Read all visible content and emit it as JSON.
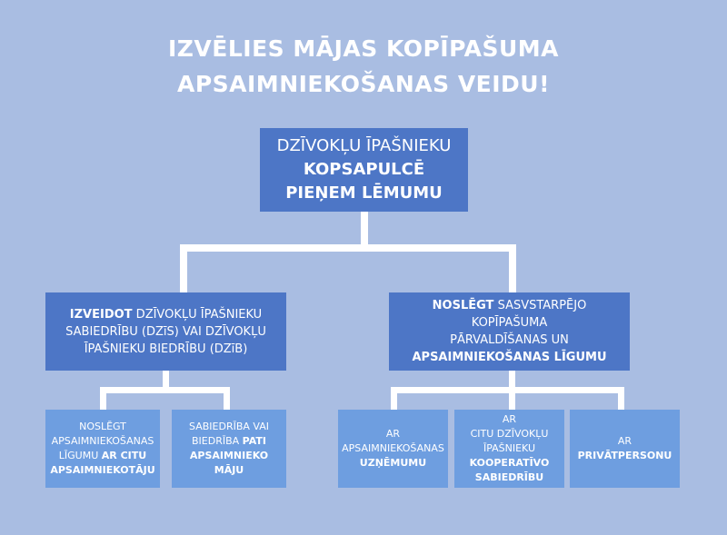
{
  "title": {
    "line1": "IZVĒLIES MĀJAS KOPĪPAŠUMA",
    "line2": "APSAIMNIEKOŠANAS VEIDU!"
  },
  "top": {
    "line1": "DZĪVOKĻU ĪPAŠNIEKU",
    "line2": "KOPSAPULCĒ",
    "line3": "PIEŅEM LĒMUMU"
  },
  "left": {
    "bold": "IZVEIDOT",
    "text1": " DZĪVOKĻU ĪPAŠNIEKU",
    "text2": "SABIEDRĪBU (DZīS) VAI DZĪVOKĻU",
    "text3": "ĪPAŠNIEKU BIEDRĪBU (DZīB)"
  },
  "right": {
    "bold": "NOSLĒGT",
    "text1": " SASVSTARPĒJO KOPĪPAŠUMA",
    "text2": "PĀRVALDĪŠANAS UN",
    "bold2": "APSAIMNIEKOŠANAS LĪGUMU"
  },
  "options": {
    "o1": {
      "l1": "NOSLĒGT",
      "l2": "APSAIMNIEKOŠANAS",
      "l3": "LĪGUMU ",
      "b1": "AR CITU",
      "b2": "APSAIMNIEKOTĀJU"
    },
    "o2": {
      "l1": "SABIEDRĪBA VAI",
      "l2": "BIEDRĪBA ",
      "b1": "PATI",
      "b2": "APSAIMNIEKO",
      "b3": "MĀJU"
    },
    "o3": {
      "l1": "AR",
      "l2": "APSAIMNIEKOŠANAS",
      "b1": "UZŅĒMUMU"
    },
    "o4": {
      "l1": "AR",
      "l2": "CITU DZĪVOKĻU",
      "l3": "ĪPAŠNIEKU",
      "b1": "KOOPERATĪVO",
      "b2": "SABIEDRĪBU"
    },
    "o5": {
      "l1": "AR",
      "b1": "PRIVĀTPERSONU"
    }
  },
  "colors": {
    "background": "#a9bde2",
    "dark_box": "#4d76c6",
    "light_box": "#6e9ee0",
    "connector": "#ffffff"
  }
}
